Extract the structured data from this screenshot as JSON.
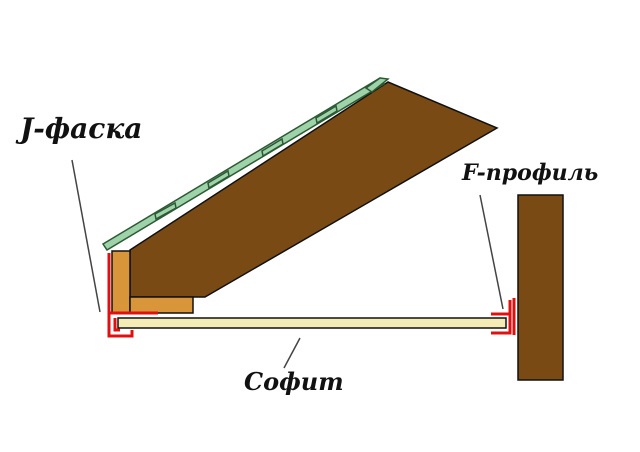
{
  "labels": {
    "j_chamfer": "J-фаска",
    "f_profile": "F-профиль",
    "soffit": "Софит"
  },
  "colors": {
    "wood": "#7a4a14",
    "board": "#d9953a",
    "profile": "#e01010",
    "soffit": "#f3ecb5",
    "roofing": "#9ed2a8"
  }
}
